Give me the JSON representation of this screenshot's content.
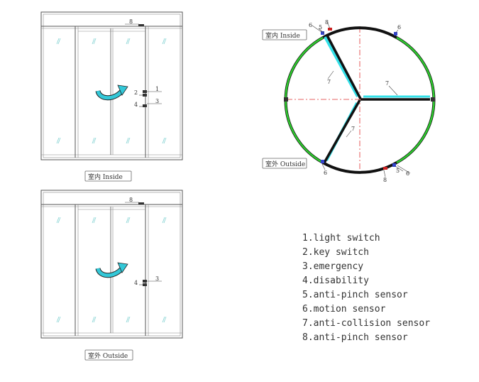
{
  "front_views": [
    {
      "caption": "室内 Inside",
      "callouts": [
        "1",
        "2",
        "3",
        "4",
        "8"
      ]
    },
    {
      "caption": "室外 Outside",
      "callouts": [
        "3",
        "4",
        "8"
      ]
    }
  ],
  "plan_view": {
    "inside_caption": "室内 Inside",
    "outside_caption": "室外 Outside",
    "callouts": [
      "5",
      "6",
      "6",
      "6",
      "5",
      "6",
      "7",
      "7",
      "7",
      "8",
      "8"
    ]
  },
  "legend": [
    {
      "number": "1.",
      "label": "light switch"
    },
    {
      "number": "2.",
      "label": "key switch"
    },
    {
      "number": "3.",
      "label": "emergency"
    },
    {
      "number": "4.",
      "label": "disability"
    },
    {
      "number": "5.",
      "label": "anti-pinch sensor"
    },
    {
      "number": "6.",
      "label": "motion sensor"
    },
    {
      "number": "7.",
      "label": "anti-collision sensor"
    },
    {
      "number": "8.",
      "label": "anti-pinch sensor"
    }
  ],
  "colors": {
    "ring": "#2ecc2e",
    "sensor": "#33e0e8",
    "wing": "#111111",
    "axis": "#e03030",
    "arrow": "#33c8d8"
  }
}
